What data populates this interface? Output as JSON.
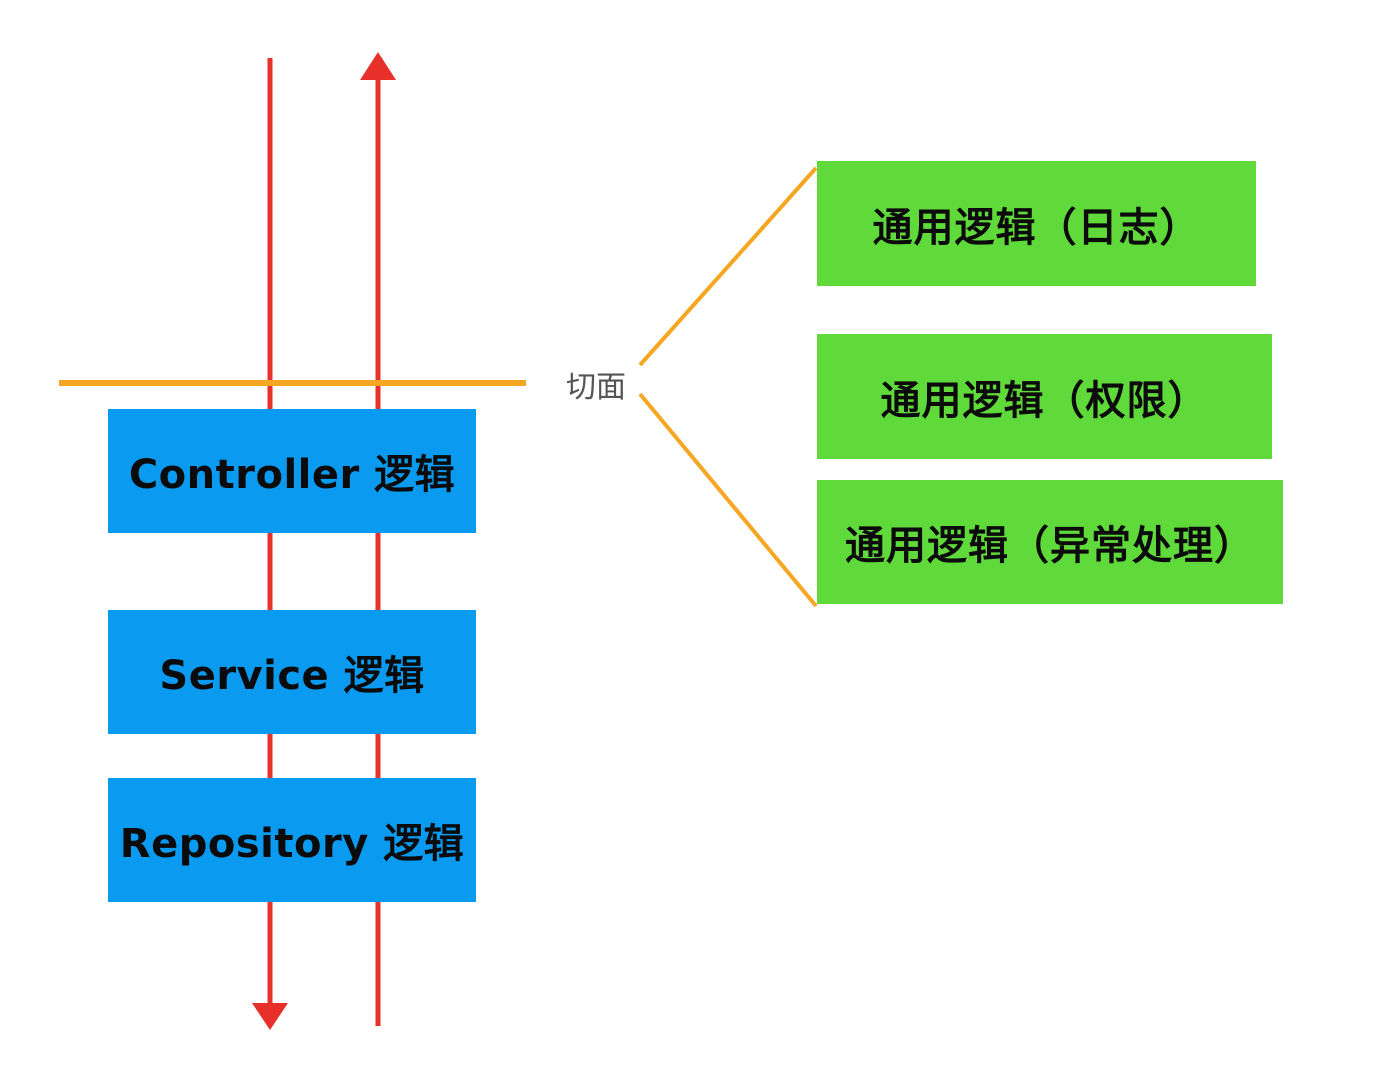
{
  "colors": {
    "layer_box": "#0a9bf0",
    "concern_box": "#5fda3a",
    "flow_arrow": "#e8302a",
    "aspect_line": "#f5a623"
  },
  "aspect": {
    "label": "切面"
  },
  "layers": [
    {
      "label": "Controller 逻辑"
    },
    {
      "label": "Service 逻辑"
    },
    {
      "label": "Repository 逻辑"
    }
  ],
  "concerns": [
    {
      "label": "通用逻辑（日志）"
    },
    {
      "label": "通用逻辑（权限）"
    },
    {
      "label": "通用逻辑（异常处理）"
    }
  ]
}
